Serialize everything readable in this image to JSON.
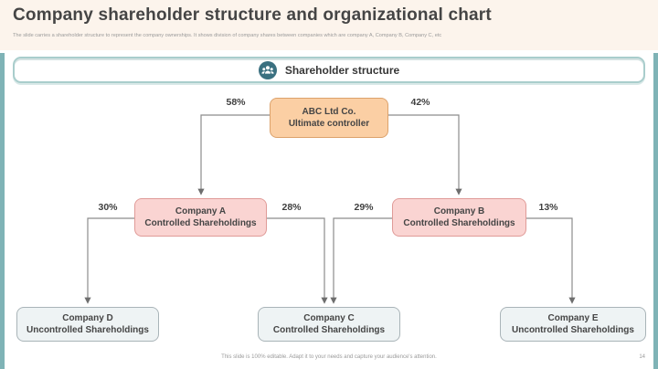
{
  "slide": {
    "title": "Company shareholder structure and organizational chart",
    "subtitle": "The slide carries a shareholder structure to represent the company ownerships. It shows division of company shares between companies which are company A, Company B, Company C, etc",
    "footer": "This slide is 100% editable. Adapt it to your needs and capture your audience's attention.",
    "page_number": "14"
  },
  "banner": {
    "label": "Shareholder structure",
    "icon": "people-icon"
  },
  "colors": {
    "accent-teal": "#7fb3b6",
    "banner-border": "#a9cdcc",
    "banner-icon-bg": "#3a7080",
    "cream-bg": "#fcf4ec",
    "controller-fill": "#fbcfa4",
    "controller-border": "#dca26c",
    "controlled-fill": "#fad4d2",
    "controlled-border": "#e09b98",
    "uncontrolled-fill": "#eef3f4",
    "uncontrolled-border": "#a9b4b8",
    "line-color": "#8c8c8c",
    "text-dark": "#454545",
    "text-muted": "#9a9a9a"
  },
  "chart": {
    "type": "org-chart",
    "nodes": [
      {
        "id": "abc",
        "name": "ABC Ltd Co.",
        "role": "Ultimate controller",
        "type": "controller"
      },
      {
        "id": "a",
        "name": "Company A",
        "role": "Controlled Shareholdings",
        "type": "controlled"
      },
      {
        "id": "b",
        "name": "Company B",
        "role": "Controlled Shareholdings",
        "type": "controlled"
      },
      {
        "id": "d",
        "name": "Company D",
        "role": "Uncontrolled Shareholdings",
        "type": "uncontrolled"
      },
      {
        "id": "c",
        "name": "Company C",
        "role": "Controlled Shareholdings",
        "type": "uncontrolled"
      },
      {
        "id": "e",
        "name": "Company E",
        "role": "Uncontrolled Shareholdings",
        "type": "uncontrolled"
      }
    ],
    "edges": [
      {
        "from": "abc",
        "to": "a",
        "share": "58%"
      },
      {
        "from": "abc",
        "to": "b",
        "share": "42%"
      },
      {
        "from": "a",
        "to": "d",
        "share": "30%"
      },
      {
        "from": "a",
        "to": "c",
        "share": "28%"
      },
      {
        "from": "b",
        "to": "c",
        "share": "29%"
      },
      {
        "from": "b",
        "to": "e",
        "share": "13%"
      }
    ]
  }
}
